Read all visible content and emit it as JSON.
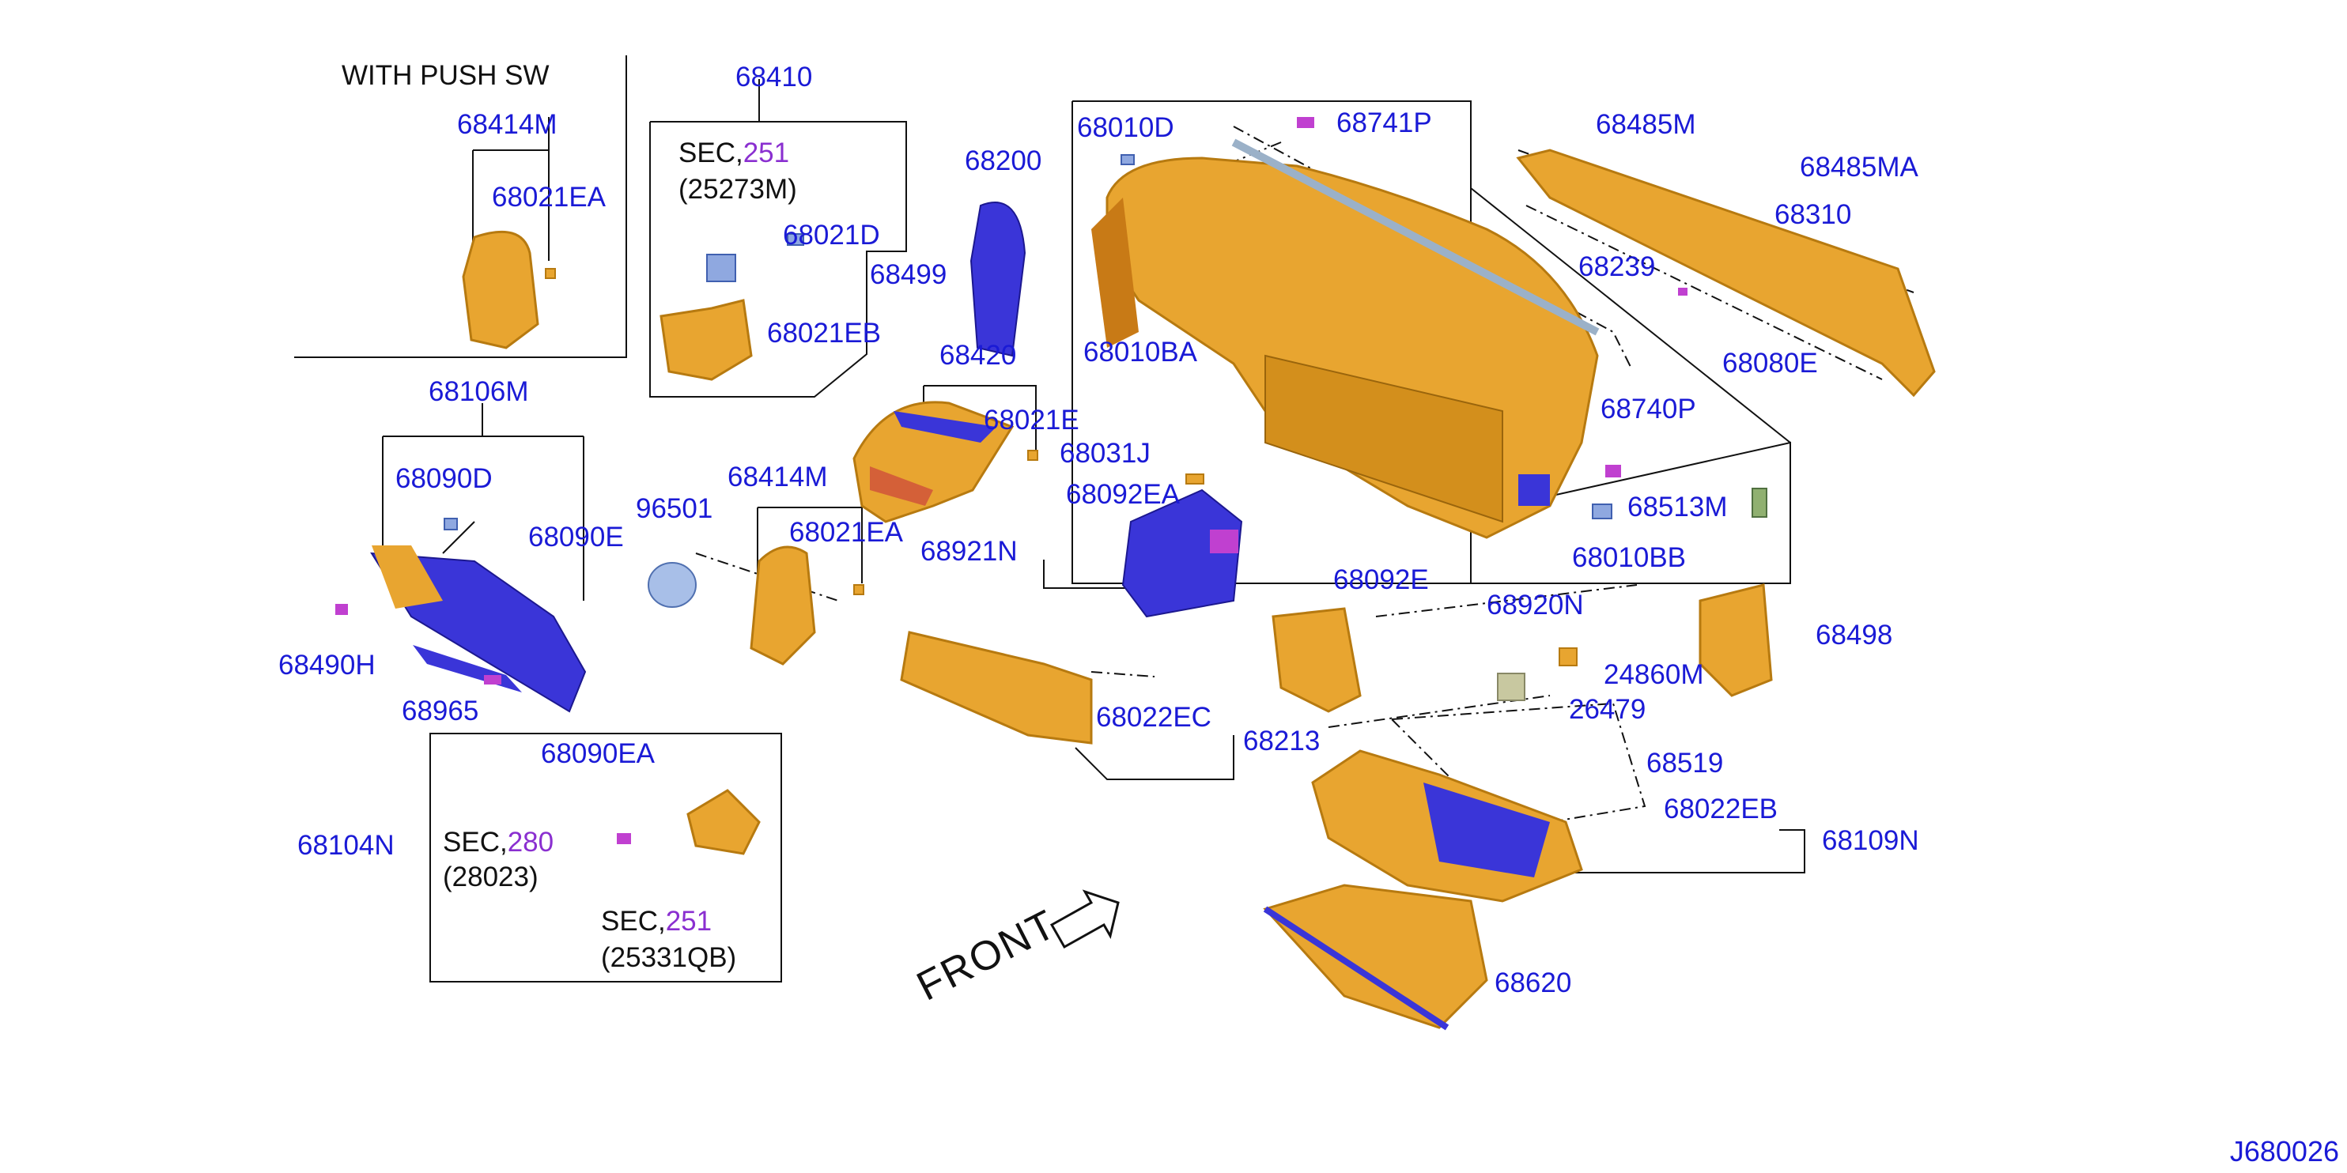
{
  "header": {
    "title": "WITH PUSH SW"
  },
  "direction_label": "FRONT",
  "diagram_code": "J680026",
  "colors": {
    "part_label": "#1a1ad6",
    "section_number": "#8a2fd0",
    "part_fill": "#e8a530",
    "part_fill_secondary": "#3a35d8",
    "text": "#111111"
  },
  "parts": {
    "p68414M_a": "68414M",
    "p68021EA_a": "68021EA",
    "p68410": "68410",
    "p68021D": "68021D",
    "p68021EB": "68021EB",
    "p68499": "68499",
    "p68200": "68200",
    "p68010D": "68010D",
    "p68741P": "68741P",
    "p68485M": "68485M",
    "p68485MA": "68485MA",
    "p68310": "68310",
    "p68239": "68239",
    "p68080E": "68080E",
    "p68420": "68420",
    "p68021E": "68021E",
    "p68010BA": "68010BA",
    "p68740P": "68740P",
    "p68106M": "68106M",
    "p68090D": "68090D",
    "p68090E": "68090E",
    "p96501": "96501",
    "p68414M_b": "68414M",
    "p68021EA_b": "68021EA",
    "p68031J": "68031J",
    "p68092EA": "68092EA",
    "p68921N": "68921N",
    "p68513M": "68513M",
    "p68010BB": "68010BB",
    "p68092E": "68092E",
    "p68920N": "68920N",
    "p68490H": "68490H",
    "p68965": "68965",
    "p24860M": "24860M",
    "p68498": "68498",
    "p26479": "26479",
    "p68022EC": "68022EC",
    "p68213": "68213",
    "p68519": "68519",
    "p68090EA": "68090EA",
    "p68022EB": "68022EB",
    "p68109N": "68109N",
    "p68104N": "68104N",
    "p68620": "68620"
  },
  "sections": {
    "s251_label": "SEC,",
    "s251_num": "251",
    "s251_ref": "(25273M)",
    "s280_label": "SEC,",
    "s280_num": "280",
    "s280_ref": "(28023)",
    "s251b_label": "SEC,",
    "s251b_num": "251",
    "s251b_ref": "(25331QB)"
  }
}
